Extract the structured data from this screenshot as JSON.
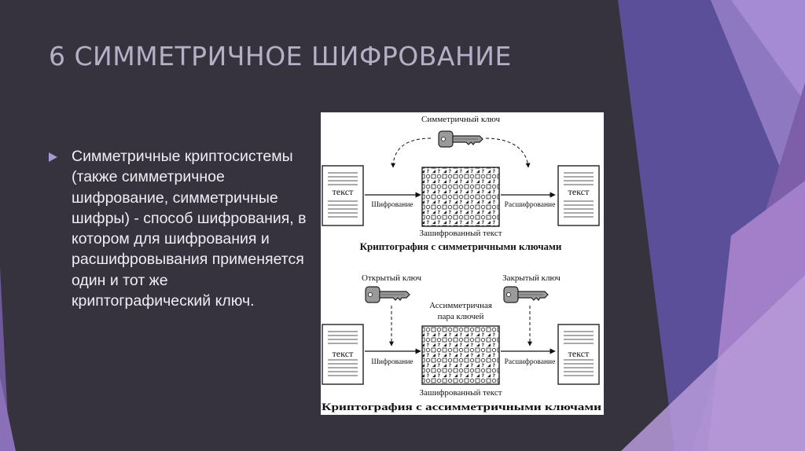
{
  "slide": {
    "title": "6 СИММЕТРИЧНОЕ ШИФРОВАНИЕ",
    "bullet_text": "Симметричные криптосистемы (также симметричное шифрование, симметричные шифры) - способ шифрования, в котором для шифрования и расшифровывания применяется один и тот же криптографический ключ."
  },
  "figure": {
    "symmetric": {
      "key_label": "Симметричный ключ",
      "left_doc": "текст",
      "right_doc": "текст",
      "encrypt_label": "Шифрование",
      "decrypt_label": "Расшифрование",
      "cipher_label": "Зашифрованный текст",
      "caption": "Криптография с симметричными ключами"
    },
    "asymmetric": {
      "public_key_label": "Открытый ключ",
      "private_key_label": "Закрытый ключ",
      "pair_label_1": "Ассимметричная",
      "pair_label_2": "пара ключей",
      "left_doc": "текст",
      "right_doc": "текст",
      "encrypt_label": "Шифрование",
      "decrypt_label": "Расшифрование",
      "cipher_label": "Зашифрованный текст",
      "caption": "Криптография с ассимметричными ключами"
    }
  },
  "colors": {
    "background": "#36333f",
    "title": "#b6b0c6",
    "accent": "#a69ad1"
  }
}
